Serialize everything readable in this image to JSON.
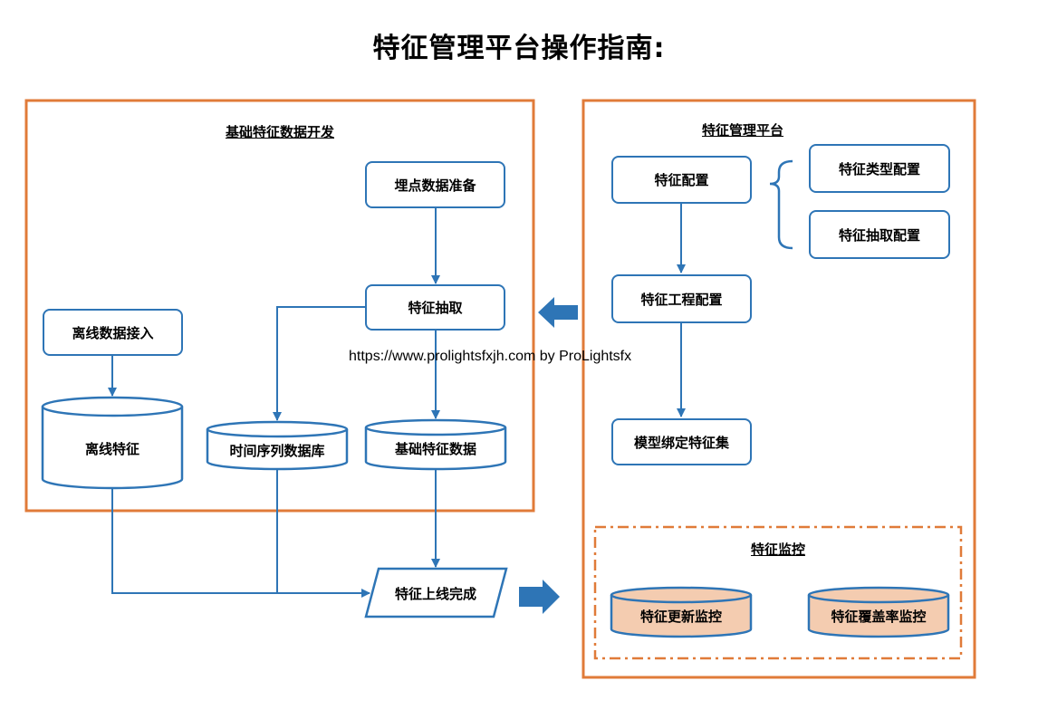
{
  "title": "特征管理平台操作指南:",
  "watermark": "https://www.prolightsfxjh.com by ProLightsfx",
  "left_panel": {
    "heading": "基础特征数据开发",
    "tracking_prep": "埋点数据准备",
    "feature_extract": "特征抽取",
    "offline_access": "离线数据接入",
    "offline_features": "离线特征",
    "timeseries_db": "时间序列数据库",
    "basic_feature_data": "基础特征数据"
  },
  "launch": "特征上线完成",
  "right_panel": {
    "heading": "特征管理平台",
    "feature_config": "特征配置",
    "type_config": "特征类型配置",
    "extract_config": "特征抽取配置",
    "engineering_config": "特征工程配置",
    "model_binding": "模型绑定特征集"
  },
  "monitor": {
    "heading": "特征监控",
    "update_monitor": "特征更新监控",
    "coverage_monitor": "特征覆盖率监控"
  },
  "colors": {
    "panel_border": "#e07b39",
    "node_border": "#2e75b6",
    "arrow": "#2e75b6",
    "monitor_fill": "#f4ccb0"
  }
}
